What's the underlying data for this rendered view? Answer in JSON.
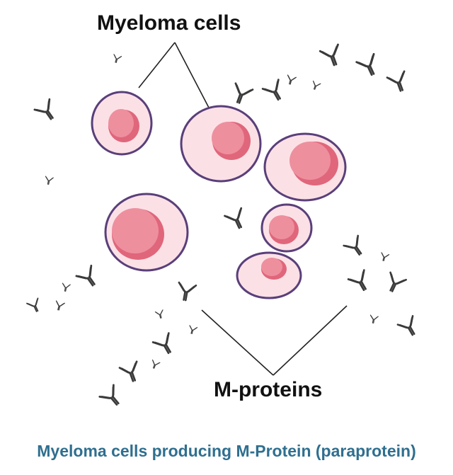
{
  "labels": {
    "myeloma_cells": "Myeloma cells",
    "m_proteins": "M-proteins"
  },
  "caption": "Myeloma cells producing M-Protein (paraprotein)",
  "colors": {
    "cell_membrane": "#5a3f7a",
    "cell_fill": "#fbe1e6",
    "nucleus_fill": "#ee8f9e",
    "nucleus_shade": "#e0667b",
    "antibody": "#3a3a3a",
    "caption": "#2f6f8f"
  },
  "icons": [
    "antibody-icon",
    "myeloma-cell-icon"
  ]
}
